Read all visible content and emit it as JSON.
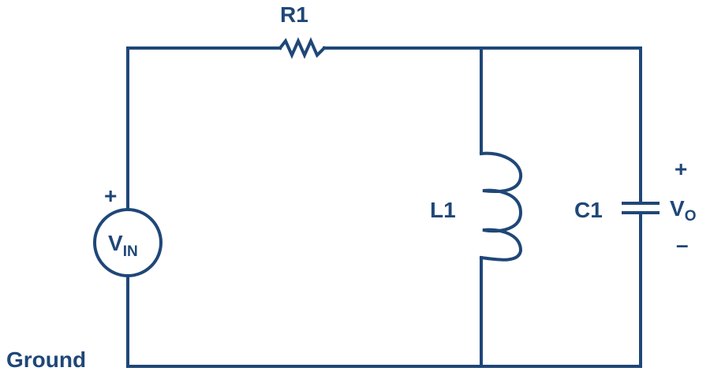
{
  "diagram": {
    "colors": {
      "stroke": "#1f4778",
      "background": "#ffffff",
      "text": "#1f4778"
    },
    "labels": {
      "resistor": "R1",
      "inductor": "L1",
      "capacitor": "C1",
      "source_main": "V",
      "source_sub": "IN",
      "source_plus": "+",
      "out_main": "V",
      "out_sub": "O",
      "out_plus": "+",
      "out_minus": "–",
      "ground": "Ground"
    }
  }
}
